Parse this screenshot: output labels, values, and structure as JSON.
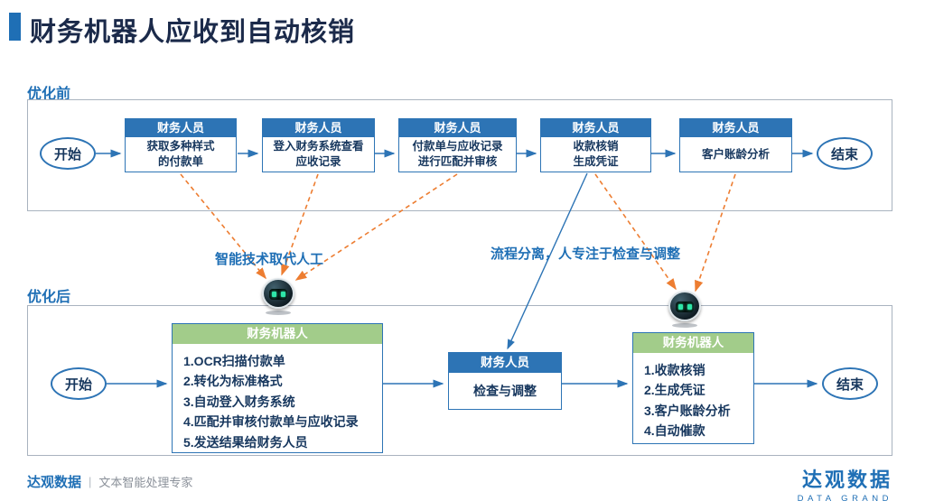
{
  "title": "财务机器人应收到自动核销",
  "colors": {
    "accent_blue": "#2d74b5",
    "label_blue": "#1f6fb5",
    "navy_text": "#17375e",
    "green_header": "#a2cc8a",
    "orange_dashed": "#ed7d31"
  },
  "before": {
    "label": "优化前",
    "start_label": "开始",
    "end_label": "结束",
    "steps": [
      {
        "header": "财务人员",
        "body": "获取多种样式\n的付款单"
      },
      {
        "header": "财务人员",
        "body": "登入财务系统查看\n应收记录"
      },
      {
        "header": "财务人员",
        "body": "付款单与应收记录\n进行匹配并审核"
      },
      {
        "header": "财务人员",
        "body": "收款核销\n生成凭证"
      },
      {
        "header": "财务人员",
        "body": "客户账龄分析"
      }
    ]
  },
  "annotations": {
    "replace_manual": "智能技术取代人工",
    "process_split": "流程分离，人专注于检查与调整"
  },
  "after": {
    "label": "优化后",
    "start_label": "开始",
    "end_label": "结束",
    "robot_box_1": {
      "header": "财务机器人",
      "items": [
        "1.OCR扫描付款单",
        "2.转化为标准格式",
        "3.自动登入财务系统",
        "4.匹配并审核付款单与应收记录",
        "5.发送结果给财务人员"
      ]
    },
    "human_box": {
      "header": "财务人员",
      "body": "检查与调整"
    },
    "robot_box_2": {
      "header": "财务机器人",
      "items": [
        "1.收款核销",
        "2.生成凭证",
        "3.客户账龄分析",
        "4.自动催款"
      ]
    }
  },
  "footer": {
    "brand": "达观数据",
    "divider": "|",
    "tagline": "文本智能处理专家"
  },
  "logo": {
    "name": "达观数据",
    "subtitle": "DATA GRAND"
  }
}
